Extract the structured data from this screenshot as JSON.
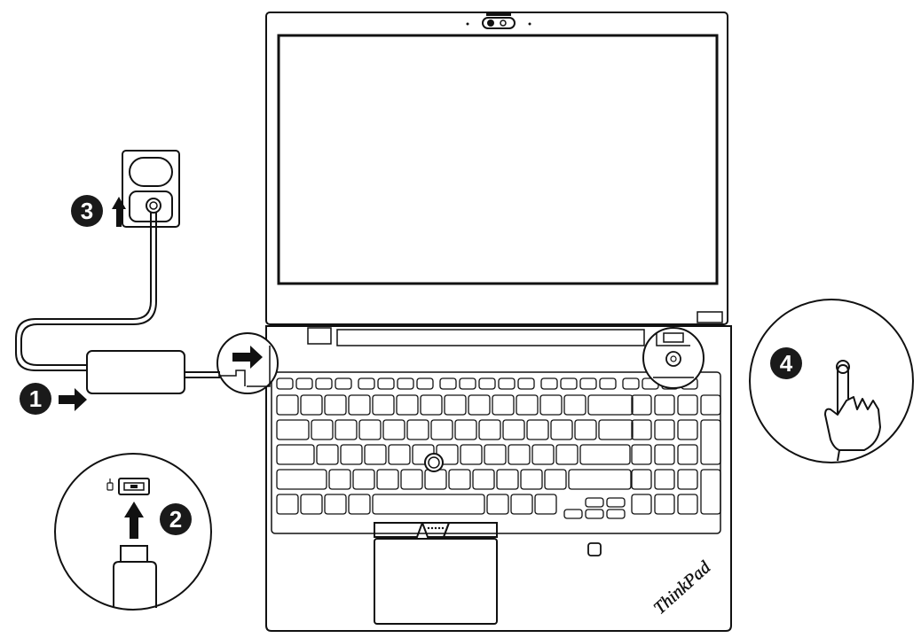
{
  "steps": [
    {
      "number": "1",
      "action": "connect-cable-to-laptop"
    },
    {
      "number": "2",
      "action": "insert-usb-c-plug"
    },
    {
      "number": "3",
      "action": "plug-into-outlet"
    },
    {
      "number": "4",
      "action": "press-power-button"
    }
  ],
  "laptop": {
    "brand_logo": "ThinkPad"
  },
  "colors": {
    "line": "#111111",
    "badge": "#1a1a1a",
    "background": "#ffffff"
  },
  "icons": [
    "arrow-right-icon",
    "arrow-up-icon",
    "power-button-icon",
    "finger-press-icon",
    "power-plug-icon",
    "fingerprint-reader-icon"
  ]
}
